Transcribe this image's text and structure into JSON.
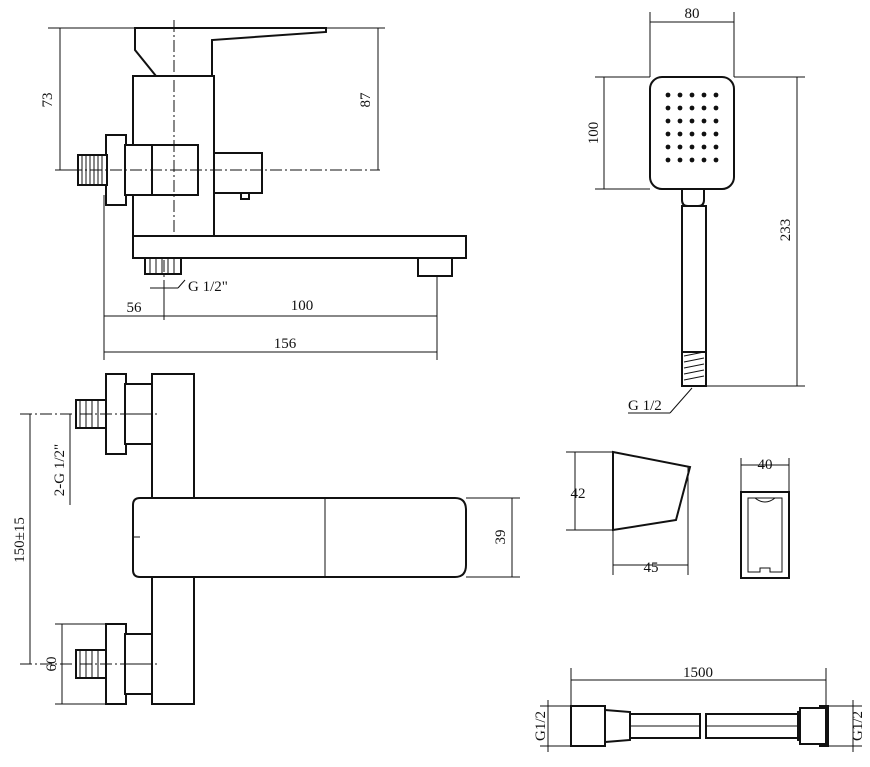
{
  "mixer_side_view": {
    "height_to_handle": "73",
    "height_to_top": "87",
    "outlet_thread": "G 1/2\"",
    "inlet_offset": "56",
    "spout_reach": "100",
    "total_length": "156"
  },
  "mixer_front_view": {
    "inlet_thread": "2-G 1/2\"",
    "inlet_spacing": "150±15",
    "inlet_offset": "60",
    "body_height": "39"
  },
  "hand_shower": {
    "head_width": "80",
    "head_height": "100",
    "total_length": "233",
    "connection_thread": "G 1/2"
  },
  "shower_holder": {
    "height": "42",
    "depth": "45",
    "width": "40"
  },
  "hose": {
    "length": "1500",
    "left_thread": "G1/2",
    "right_thread": "G1/2"
  }
}
